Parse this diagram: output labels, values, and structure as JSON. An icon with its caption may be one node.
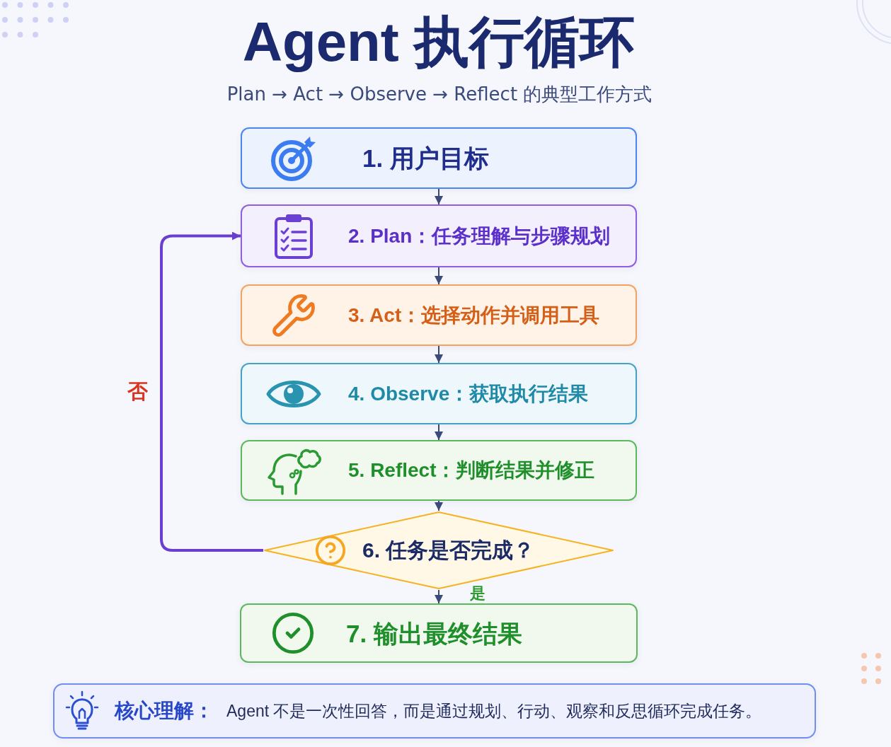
{
  "diagram": {
    "title": "Agent 执行循环",
    "nodes": [
      {
        "text": [
          "1. 用户目标"
        ]
      },
      {
        "text": [
          "2. Plan：任务理解与步骤规划"
        ]
      },
      {
        "text": [
          "3. Act：选择动作并调用工具"
        ]
      },
      {
        "text": [
          "4. Observe：获取执行结果"
        ]
      },
      {
        "text": [
          "5. Reflect：判断结果并修正"
        ]
      },
      {
        "text": [
          "6. 任务是否完成？"
        ]
      },
      {
        "text": [
          "7. 输出最终结果"
        ]
      },
      {
        "text": [
          "核心理解：",
          "Agent 不是一次性回答，而是通过规划、行动、观察和反思循环完成任务。"
        ]
      }
    ],
    "edges": [
      {
        "from": 0,
        "to": 1,
        "arrow": "to"
      },
      {
        "from": 1,
        "to": 2,
        "arrow": "to"
      },
      {
        "from": 2,
        "to": 3,
        "arrow": "to"
      },
      {
        "from": 3,
        "to": 4,
        "arrow": "to"
      },
      {
        "from": 4,
        "to": 5,
        "arrow": "to"
      },
      {
        "from": 5,
        "to": 6,
        "arrow": "to",
        "label": "是"
      },
      {
        "from": 5,
        "to": 1,
        "arrow": "to",
        "label": "否",
        "style": "thick",
        "color": "#6a3fd0"
      }
    ],
    "labels": [
      "Plan → Act → Observe → Reflect 的典型工作方式"
    ]
  }
}
